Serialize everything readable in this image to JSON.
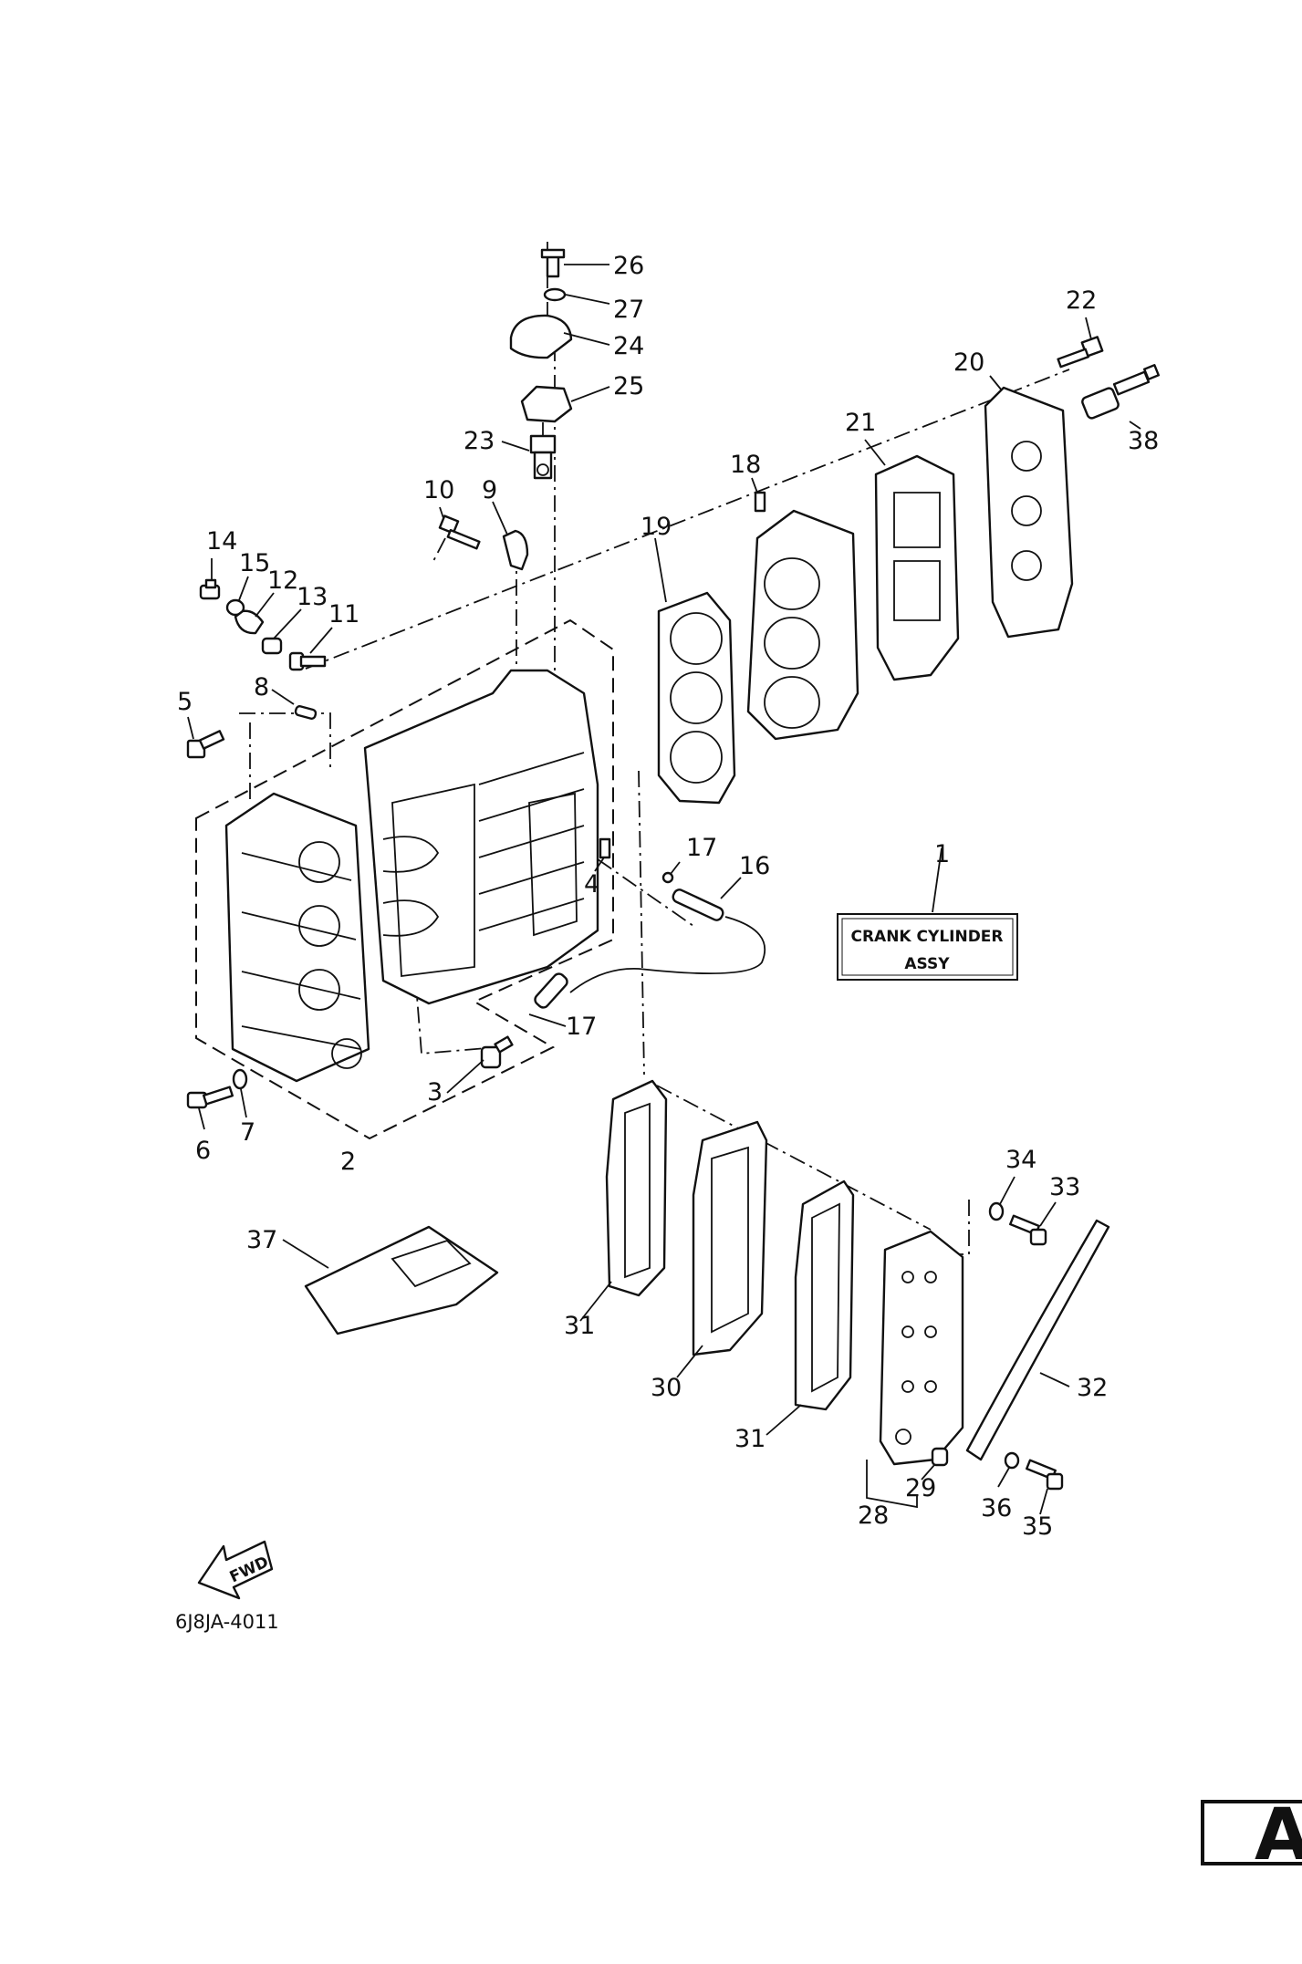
{
  "assembly_label": {
    "line1": "CRANK CYLINDER",
    "line2": "ASSY"
  },
  "figure_code": "6J8JA-4011",
  "direction_arrow": "FWD",
  "section_tab": "A",
  "parts": {
    "p1": "1",
    "p2": "2",
    "p3": "3",
    "p4": "4",
    "p5": "5",
    "p6": "6",
    "p7": "7",
    "p8": "8",
    "p9": "9",
    "p10": "10",
    "p11": "11",
    "p12": "12",
    "p13": "13",
    "p14": "14",
    "p15": "15",
    "p16": "16",
    "p17a": "17",
    "p17b": "17",
    "p18": "18",
    "p19": "19",
    "p20": "20",
    "p21": "21",
    "p22": "22",
    "p23": "23",
    "p24": "24",
    "p25": "25",
    "p26": "26",
    "p27": "27",
    "p28": "28",
    "p29": "29",
    "p30": "30",
    "p31a": "31",
    "p31b": "31",
    "p32": "32",
    "p33": "33",
    "p34": "34",
    "p35": "35",
    "p36": "36",
    "p37": "37",
    "p38": "38"
  }
}
